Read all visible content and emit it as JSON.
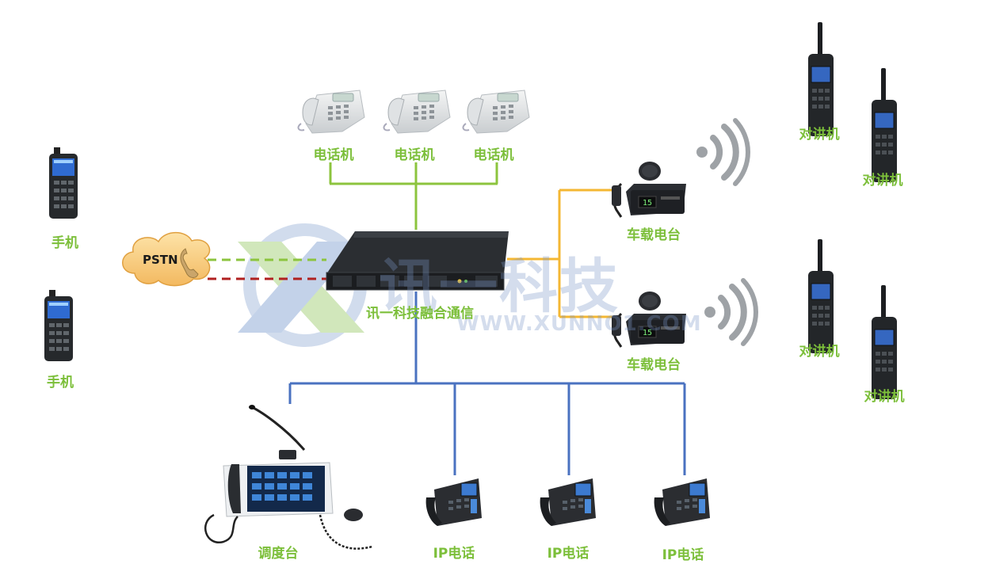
{
  "pstn_label": "PSTN",
  "core_device_label": "讯一科技融合通信",
  "phones": [
    "电话机",
    "电话机",
    "电话机"
  ],
  "mobiles": [
    "手机",
    "手机"
  ],
  "vehicle_radios": [
    "车载电台",
    "车载电台"
  ],
  "walkie_talkies": [
    "对讲机",
    "对讲机",
    "对讲机",
    "对讲机"
  ],
  "ip_phones": [
    "IP电话",
    "IP电话",
    "IP电话"
  ],
  "console_label": "调度台",
  "watermark": {
    "brand": "讯一科技",
    "url": "WWW.XUNNO1.COM"
  },
  "colors": {
    "label_green": "#7cbf3a",
    "line_green": "#8cc43e",
    "line_red": "#b02020",
    "line_yellow": "#f4b733",
    "line_blue": "#4a72c0",
    "device_dark": "#1f2328"
  }
}
